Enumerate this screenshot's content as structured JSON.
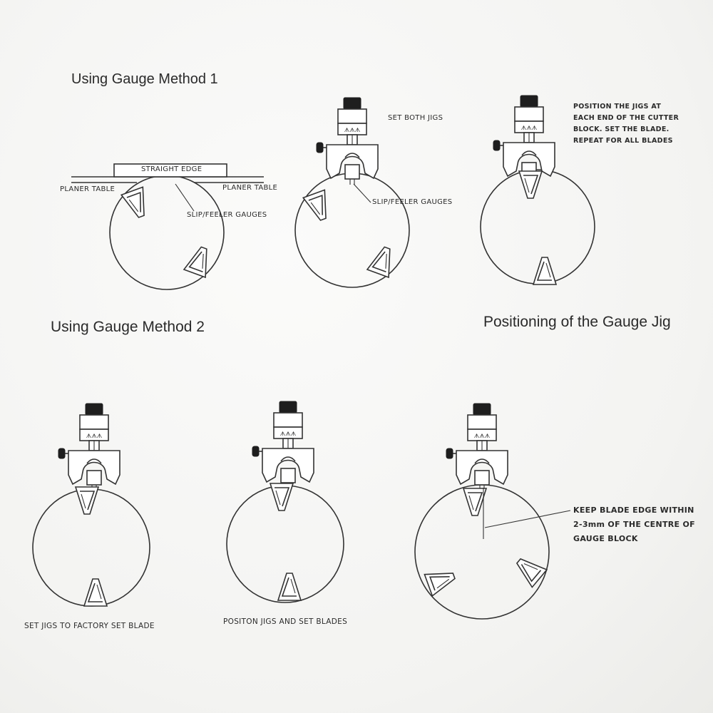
{
  "headings": {
    "method1": "Using Gauge Method 1",
    "method2": "Using Gauge Method 2",
    "positioning": "Positioning of the Gauge Jig"
  },
  "fig1": {
    "straight_edge": "STRAIGHT EDGE",
    "planer_table_left": "PLANER TABLE",
    "planer_table_right": "PLANER TABLE",
    "slip_feeler": "SLIP/FEELER GAUGES"
  },
  "fig2": {
    "set_both_jigs": "SET BOTH JIGS",
    "slip_feeler": "SLIP/FEELER GAUGES"
  },
  "fig3": {
    "note_lines": [
      "POSITION THE JIGS AT",
      "EACH END OF THE CUTTER",
      "BLOCK. SET THE BLADE.",
      "REPEAT FOR ALL BLADES"
    ]
  },
  "fig4": {
    "caption": "SET JIGS TO FACTORY SET BLADE"
  },
  "fig5": {
    "caption": "POSITON JIGS AND SET BLADES"
  },
  "fig6": {
    "note_lines": [
      "KEEP BLADE EDGE WITHIN",
      "2-3mm OF THE CENTRE OF",
      "GAUGE BLOCK"
    ]
  },
  "colors": {
    "ink": "#333333",
    "paper": "#f4f4f2"
  }
}
